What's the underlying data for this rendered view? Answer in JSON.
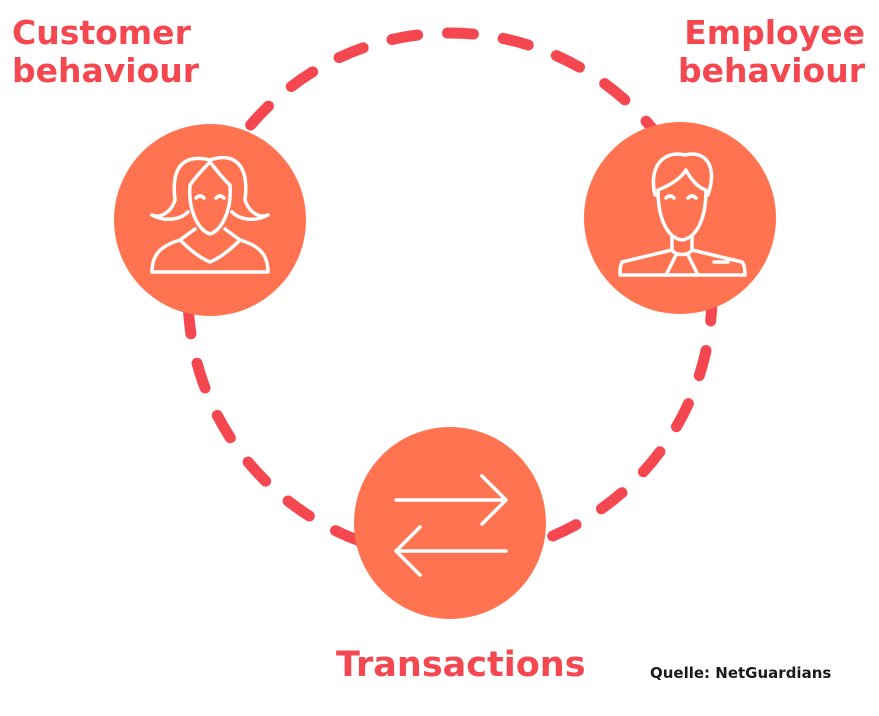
{
  "labels": {
    "customer": [
      "Customer",
      "behaviour"
    ],
    "employee": [
      "Employee",
      "behaviour"
    ],
    "transactions": "Transactions"
  },
  "source": "Quelle: NetGuardians",
  "colors": {
    "dash": "#f5474f",
    "circle": "#ff7350",
    "text": "#f5474f",
    "icon_stroke": "#ffffff"
  },
  "nodes": [
    {
      "id": "customer",
      "icon": "woman-avatar-icon"
    },
    {
      "id": "employee",
      "icon": "man-avatar-icon"
    },
    {
      "id": "transactions",
      "icon": "exchange-arrows-icon"
    }
  ]
}
